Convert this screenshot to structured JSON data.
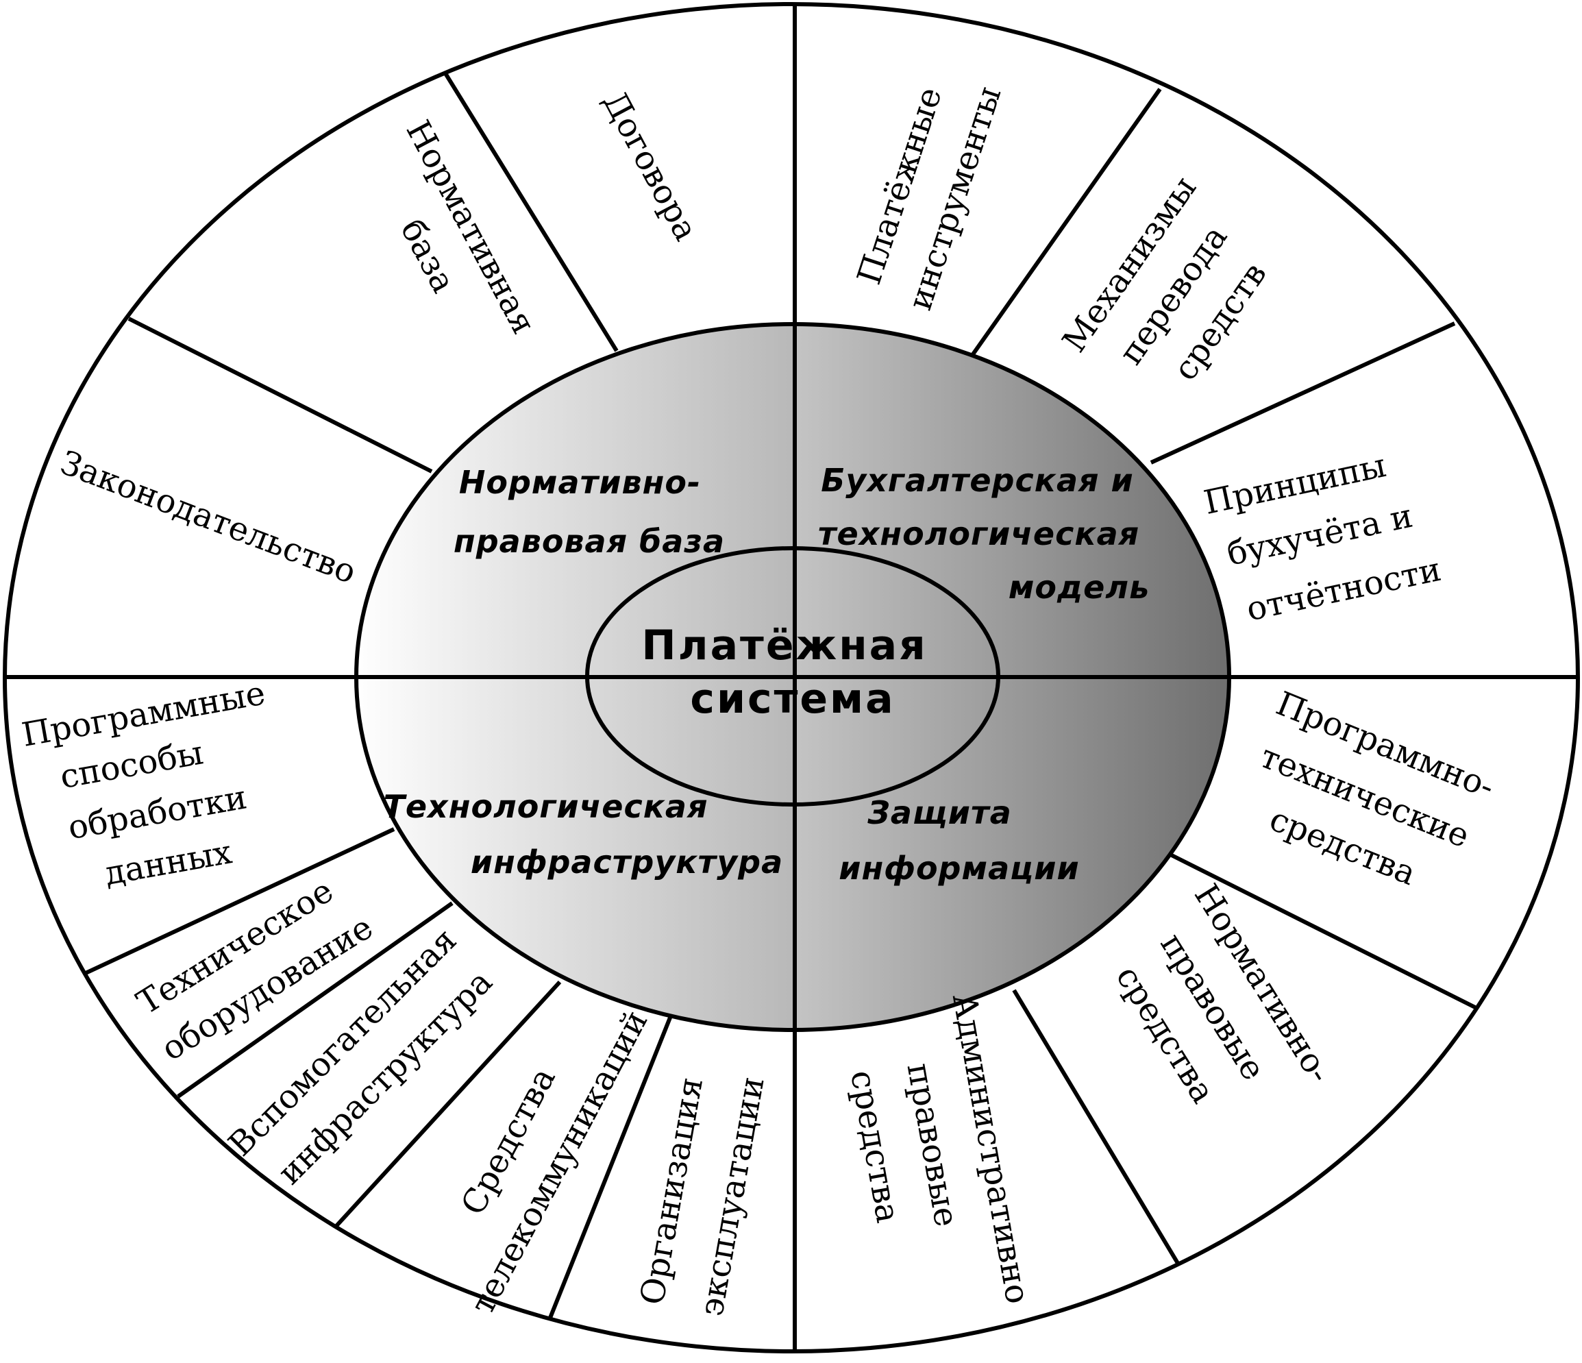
{
  "center": {
    "line1": "Платёжная",
    "line2": "система"
  },
  "quadrants": {
    "top_left": {
      "line1": "Нормативно-",
      "line2": "правовая база"
    },
    "top_right": {
      "line1": "Бухгалтерская и",
      "line2": "технологическая",
      "line3": "модель"
    },
    "bottom_left": {
      "line1": "Технологическая",
      "line2": "инфраструктура"
    },
    "bottom_right": {
      "line1": "Защита",
      "line2": "информации"
    }
  },
  "segments": {
    "dogovora": {
      "line1": "Договора"
    },
    "normativnaya_baza": {
      "line1": "Нормативная",
      "line2": "база"
    },
    "zakonodatelstvo": {
      "line1": "Законодательство"
    },
    "platezhnye_instrumenty": {
      "line1": "Платёжные",
      "line2": "инструменты"
    },
    "mekhanizmy": {
      "line1": "Механизмы",
      "line2": "перевода",
      "line3": "средств"
    },
    "printsipy": {
      "line1": "Принципы",
      "line2": "бухучёта и",
      "line3": "отчётности"
    },
    "programmnye_sposoby": {
      "line1": "Программные",
      "line2": "способы",
      "line3": "обработки",
      "line4": "данных"
    },
    "tekhnicheskoe": {
      "line1": "Техническое",
      "line2": "оборудование"
    },
    "vspomogatelnaya": {
      "line1": "Вспомогательная",
      "line2": "инфраструктура"
    },
    "sredstva_telekom": {
      "line1": "Средства",
      "line2": "телекоммуникаций"
    },
    "organizatsiya": {
      "line1": "Организация",
      "line2": "эксплуатации"
    },
    "administrativno": {
      "line1": "Административно",
      "line2": "правовые",
      "line3": "средства"
    },
    "normativno_pravovye": {
      "line1": "Нормативно-",
      "line2": "правовые",
      "line3": "средства"
    },
    "programmno_tekh": {
      "line1": "Программно-",
      "line2": "технические",
      "line3": "средства"
    }
  }
}
